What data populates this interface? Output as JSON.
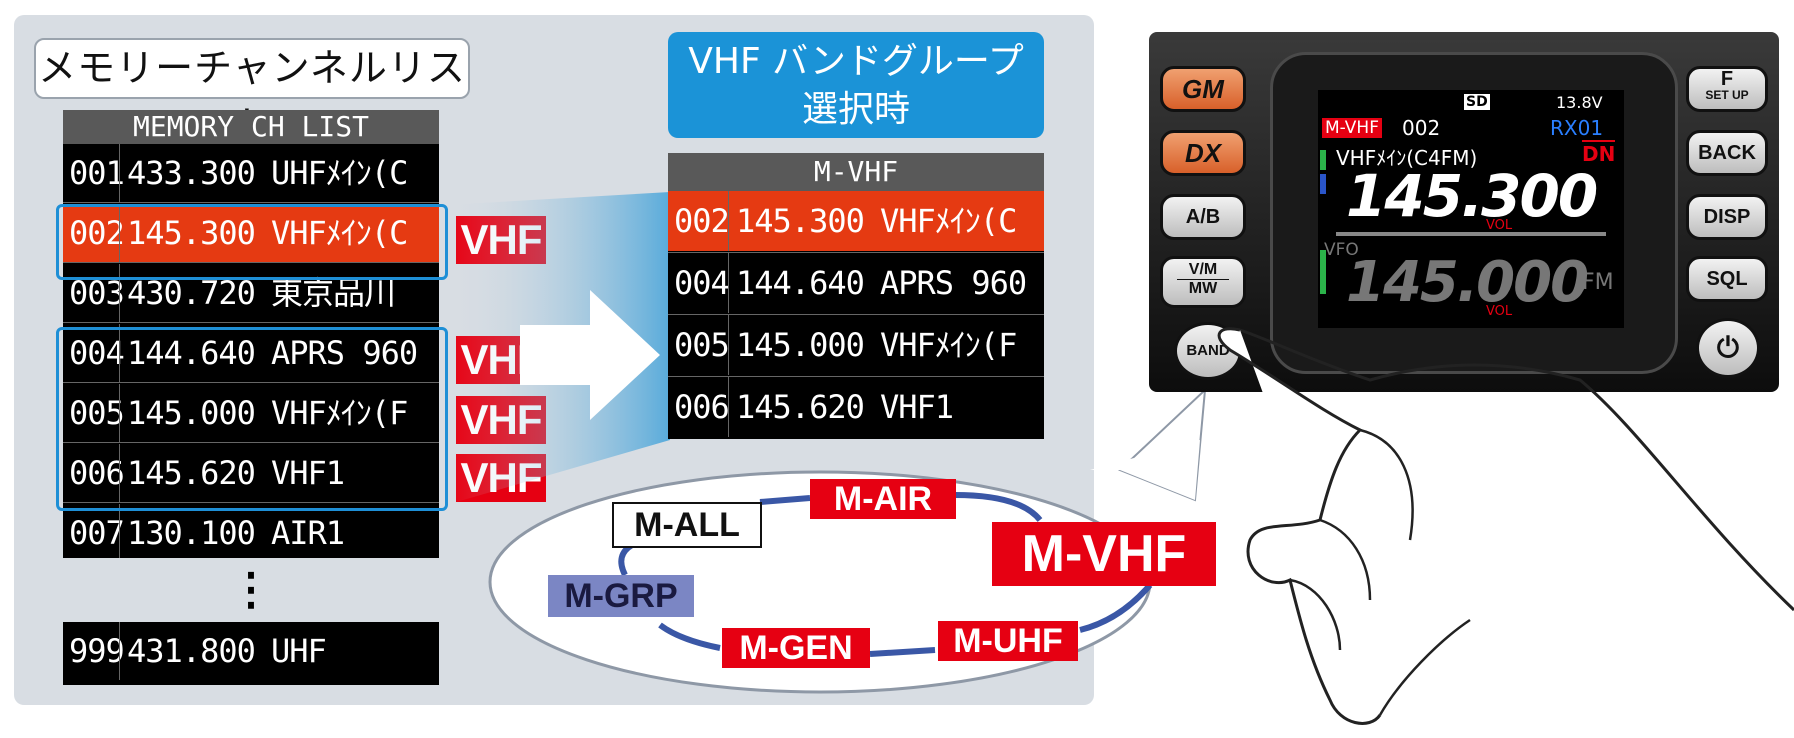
{
  "list_title": "メモリーチャンネルリスト",
  "list_header": "MEMORY CH LIST",
  "memory_rows": [
    {
      "ch": "001",
      "freq": "433.300",
      "name": "UHFﾒｲﾝ(C"
    },
    {
      "ch": "002",
      "freq": "145.300",
      "name": "VHFﾒｲﾝ(C"
    },
    {
      "ch": "003",
      "freq": "430.720",
      "name": "東京品川"
    },
    {
      "ch": "004",
      "freq": "144.640",
      "name": "APRS 960"
    },
    {
      "ch": "005",
      "freq": "145.000",
      "name": "VHFﾒｲﾝ(F"
    },
    {
      "ch": "006",
      "freq": "145.620",
      "name": "VHF1"
    },
    {
      "ch": "007",
      "freq": "130.100",
      "name": "AIR1"
    },
    {
      "ch": "999",
      "freq": "431.800",
      "name": "UHF"
    }
  ],
  "ellipsis": "⋮",
  "vhf_tag": "VHF",
  "group_title_line1": "VHF バンドグループ",
  "group_title_line2": "選択時",
  "group_header": "M-VHF",
  "group_rows": [
    {
      "ch": "002",
      "freq": "145.300",
      "name": "VHFﾒｲﾝ(C"
    },
    {
      "ch": "004",
      "freq": "144.640",
      "name": "APRS 960"
    },
    {
      "ch": "005",
      "freq": "145.000",
      "name": "VHFﾒｲﾝ(F"
    },
    {
      "ch": "006",
      "freq": "145.620",
      "name": "VHF1"
    }
  ],
  "modes": {
    "all": "M-ALL",
    "air": "M-AIR",
    "vhf": "M-VHF",
    "grp": "M-GRP",
    "gen": "M-GEN",
    "uhf": "M-UHF"
  },
  "radio": {
    "buttons_left": [
      "A/B",
      "V/M",
      "MW",
      "BAND"
    ],
    "buttons_right": [
      "F",
      "SET UP",
      "BACK",
      "DISP",
      "SQL"
    ],
    "gm_label": "GM",
    "dx_label": "DX",
    "screen": {
      "voltage": "13.8V",
      "sd": "SD",
      "mode_badge": "M-VHF",
      "channel": "002",
      "rx": "RX01",
      "dn": "DN",
      "name": "VHFﾒｲﾝ(C4FM)",
      "freq_main": "145.300",
      "vfo": "VFO",
      "freq_sub": "145.000",
      "fm": "FM",
      "vol": "VOL"
    }
  },
  "colors": {
    "accent_red": "#e60012",
    "blue": "#1b93d7",
    "mode_grp": "#7b86c4"
  }
}
